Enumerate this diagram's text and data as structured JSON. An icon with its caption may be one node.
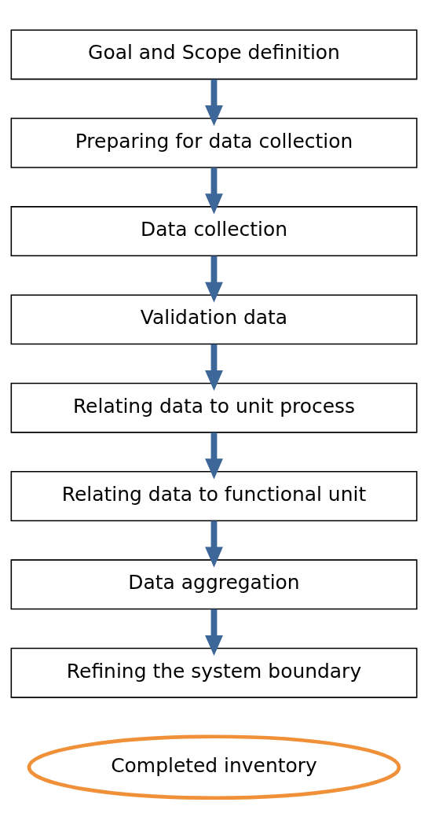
{
  "diagram": {
    "nodes": [
      {
        "text": [
          "Goal and Scope definition"
        ]
      },
      {
        "text": [
          "Preparing for data collection"
        ]
      },
      {
        "text": [
          "Data collection"
        ]
      },
      {
        "text": [
          "Validation data"
        ]
      },
      {
        "text": [
          "Relating data to unit process"
        ]
      },
      {
        "text": [
          "Relating data to functional unit"
        ]
      },
      {
        "text": [
          "Data aggregation"
        ]
      },
      {
        "text": [
          "Refining the system boundary"
        ]
      },
      {
        "text": [
          "Completed inventory"
        ]
      }
    ],
    "edges": [
      {
        "from": 0,
        "to": 1,
        "arrow": "to"
      },
      {
        "from": 1,
        "to": 2,
        "arrow": "to"
      },
      {
        "from": 2,
        "to": 3,
        "arrow": "to"
      },
      {
        "from": 3,
        "to": 4,
        "arrow": "to"
      },
      {
        "from": 4,
        "to": 5,
        "arrow": "to"
      },
      {
        "from": 5,
        "to": 6,
        "arrow": "to"
      },
      {
        "from": 6,
        "to": 7,
        "arrow": "to"
      }
    ]
  }
}
